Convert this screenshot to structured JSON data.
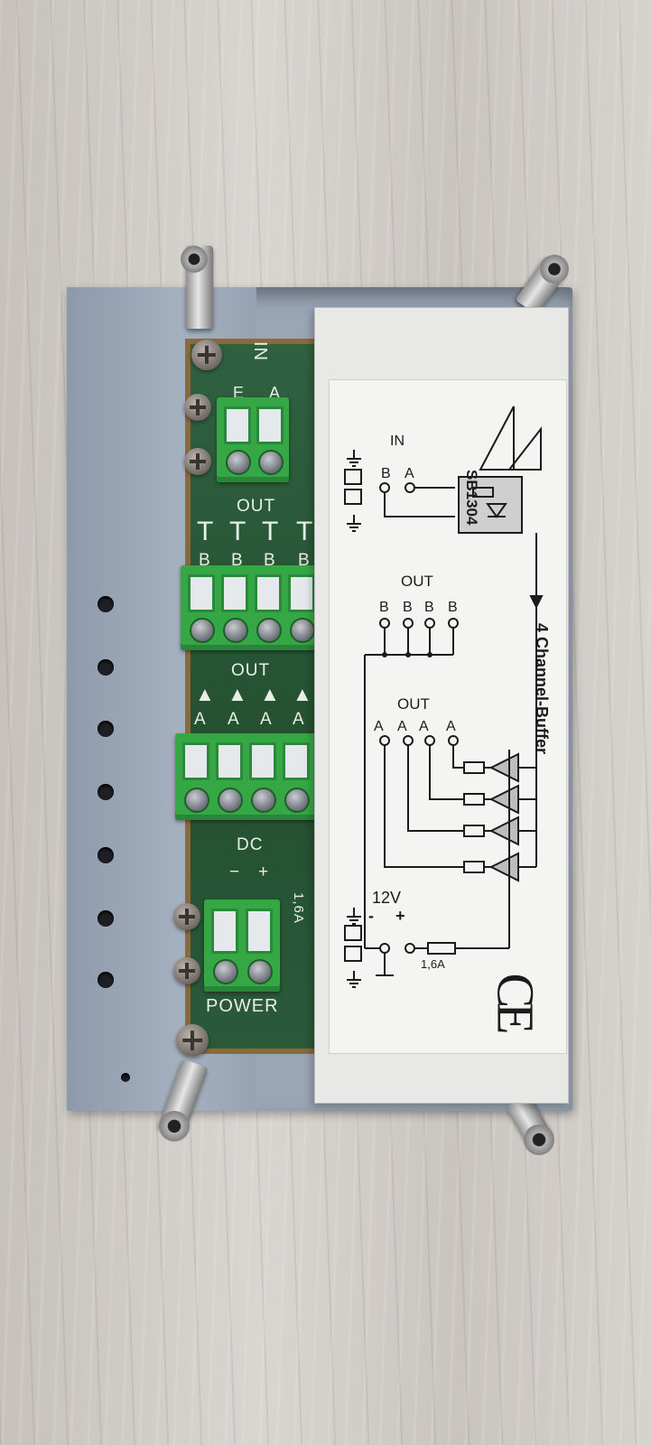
{
  "pcb": {
    "in_label": "IN",
    "in_pins": [
      "E",
      "A"
    ],
    "out_b_label": "OUT",
    "out_b_pins": [
      "B",
      "B",
      "B",
      "B"
    ],
    "out_a_label": "OUT",
    "out_a_pins": [
      "A",
      "A",
      "A",
      "A"
    ],
    "dc_label": "DC",
    "dc_pins": [
      "−",
      "+"
    ],
    "fuse_label": "1,6A",
    "power_label": "POWER"
  },
  "label": {
    "model": "SB1304",
    "title": "4 Channel-Buffer",
    "in_label": "IN",
    "in_pins": [
      "B",
      "A"
    ],
    "out_b_label": "OUT",
    "out_b_pins": [
      "B",
      "B",
      "B",
      "B"
    ],
    "out_a_label": "OUT",
    "out_a_pins": [
      "A",
      "A",
      "A",
      "A"
    ],
    "supply_voltage": "12V",
    "supply_polarity": [
      "-",
      "+"
    ],
    "fuse_rating": "1,6A",
    "ce_mark": "CE"
  },
  "colors": {
    "terminal_green": "#35a845",
    "pcb_green": "#2a5a38",
    "chassis_blue_grey": "#9aa6b6"
  }
}
